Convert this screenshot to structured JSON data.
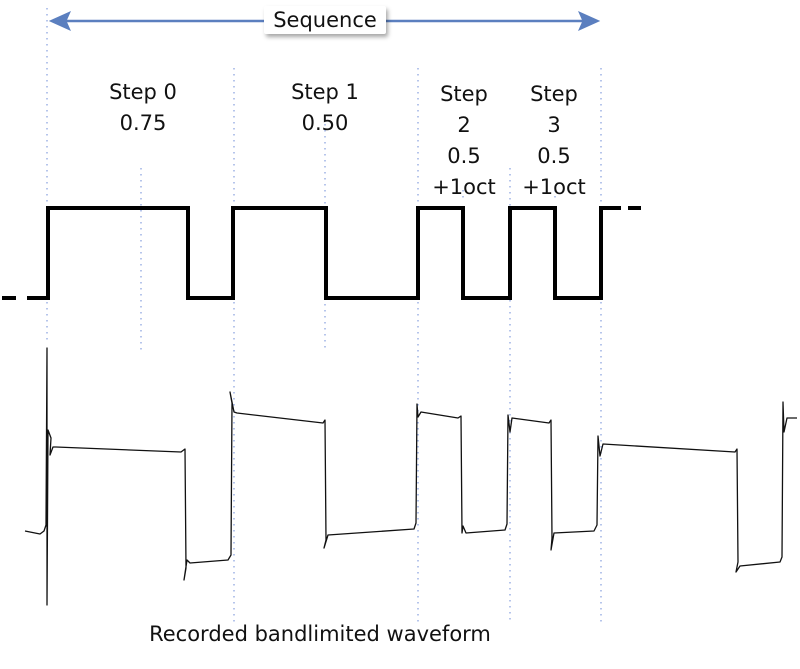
{
  "diagram": {
    "sequence_label": "Sequence",
    "caption": "Recorded bandlimited waveform",
    "steps": [
      {
        "name": "Step 0",
        "value": "0.75",
        "octave": ""
      },
      {
        "name": "Step 1",
        "value": "0.50",
        "octave": ""
      },
      {
        "name": "Step",
        "index": "2",
        "value": "0.5",
        "octave": "+1oct"
      },
      {
        "name": "Step",
        "index": "3",
        "value": "0.5",
        "octave": "+1oct"
      }
    ],
    "colors": {
      "arrow": "#5b7fbf",
      "guide": "#8fa6e0",
      "square_wave": "#000000",
      "recorded_wave": "#111111"
    }
  }
}
